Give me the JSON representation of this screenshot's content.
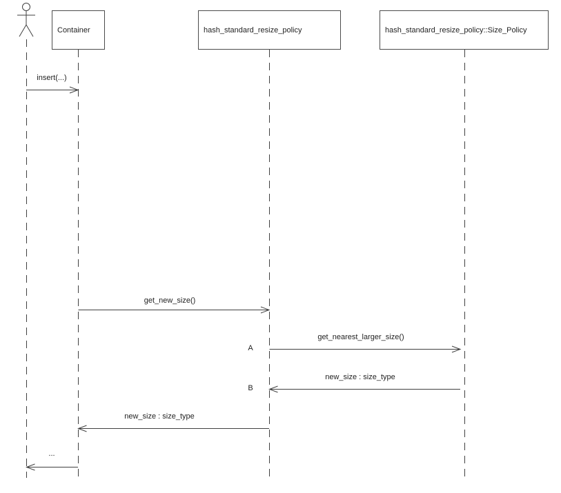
{
  "diagram": {
    "type": "uml-sequence-diagram",
    "lifelines": [
      {
        "id": "user",
        "kind": "actor"
      },
      {
        "id": "container",
        "kind": "object",
        "label": "Container"
      },
      {
        "id": "resize_policy",
        "kind": "object",
        "label": "hash_standard_resize_policy"
      },
      {
        "id": "size_policy",
        "kind": "object",
        "label": "hash_standard_resize_policy::Size_Policy"
      }
    ],
    "messages": [
      {
        "label": "insert(...)",
        "from": "user",
        "to": "container"
      },
      {
        "label": "get_new_size()",
        "from": "container",
        "to": "resize_policy"
      },
      {
        "marker": "A",
        "label": "get_nearest_larger_size()",
        "from": "resize_policy",
        "to": "size_policy"
      },
      {
        "marker": "B",
        "label": "new_size : size_type",
        "from": "size_policy",
        "to": "resize_policy"
      },
      {
        "label": "new_size : size_type",
        "from": "resize_policy",
        "to": "container"
      },
      {
        "label": "...",
        "from": "container",
        "to": "user"
      }
    ],
    "colors": {
      "background": "#ffffff",
      "line": "#3f3f3f",
      "box_border": "#4a4a4a",
      "text": "#1f1f1f"
    }
  }
}
